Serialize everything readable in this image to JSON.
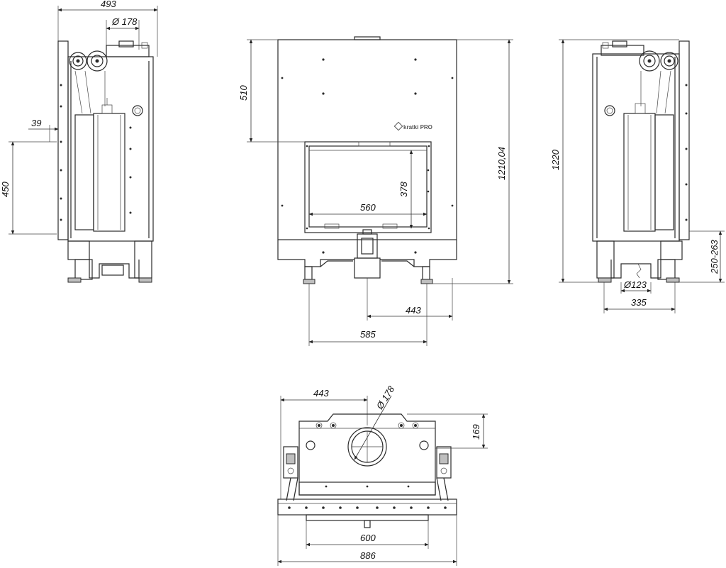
{
  "dimensions": {
    "left_width": "493",
    "left_flue_diameter": "Ø 178",
    "left_offset": "39",
    "left_height": "450",
    "front_top": "510",
    "front_total_height": "1210,04",
    "front_glass_height": "378",
    "front_glass_width": "560",
    "front_center_offset": "443",
    "front_feet_width": "585",
    "right_height": "1220",
    "right_inlet_height": "250-263",
    "right_inlet_diameter": "Ø123",
    "right_depth": "335",
    "top_offset": "443",
    "top_flue_diameter": "Ø 178",
    "top_depth": "169",
    "top_inner_width": "600",
    "top_outer_width": "886"
  },
  "brand": {
    "logo_text": "kratki PRO"
  }
}
